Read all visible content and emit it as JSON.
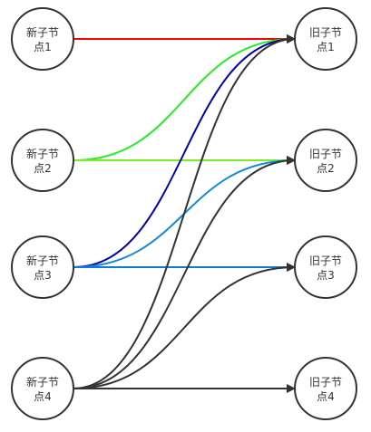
{
  "colors": {
    "background": "#ffffff",
    "node_border": "#333333",
    "node_text": "#333333",
    "arrow_head": "#333333"
  },
  "new_nodes": [
    {
      "id": "n1",
      "line1": "新子节",
      "line2": "点1"
    },
    {
      "id": "n2",
      "line1": "新子节",
      "line2": "点2"
    },
    {
      "id": "n3",
      "line1": "新子节",
      "line2": "点3"
    },
    {
      "id": "n4",
      "line1": "新子节",
      "line2": "点4"
    }
  ],
  "old_nodes": [
    {
      "id": "o1",
      "line1": "旧子节",
      "line2": "点1"
    },
    {
      "id": "o2",
      "line1": "旧子节",
      "line2": "点2"
    },
    {
      "id": "o3",
      "line1": "旧子节",
      "line2": "点3"
    },
    {
      "id": "o4",
      "line1": "旧子节",
      "line2": "点4"
    }
  ],
  "edges": [
    {
      "from": "n1",
      "to": "o1",
      "color": "#ff0000"
    },
    {
      "from": "n2",
      "to": "o1",
      "color": "#22ee22"
    },
    {
      "from": "n2",
      "to": "o2",
      "color": "#77ee22"
    },
    {
      "from": "n3",
      "to": "o1",
      "color": "#0000aa"
    },
    {
      "from": "n3",
      "to": "o2",
      "color": "#1188dd"
    },
    {
      "from": "n3",
      "to": "o3",
      "color": "#1177dd"
    },
    {
      "from": "n4",
      "to": "o1",
      "color": "#333333"
    },
    {
      "from": "n4",
      "to": "o2",
      "color": "#333333"
    },
    {
      "from": "n4",
      "to": "o3",
      "color": "#333333"
    },
    {
      "from": "n4",
      "to": "o4",
      "color": "#333333"
    }
  ]
}
